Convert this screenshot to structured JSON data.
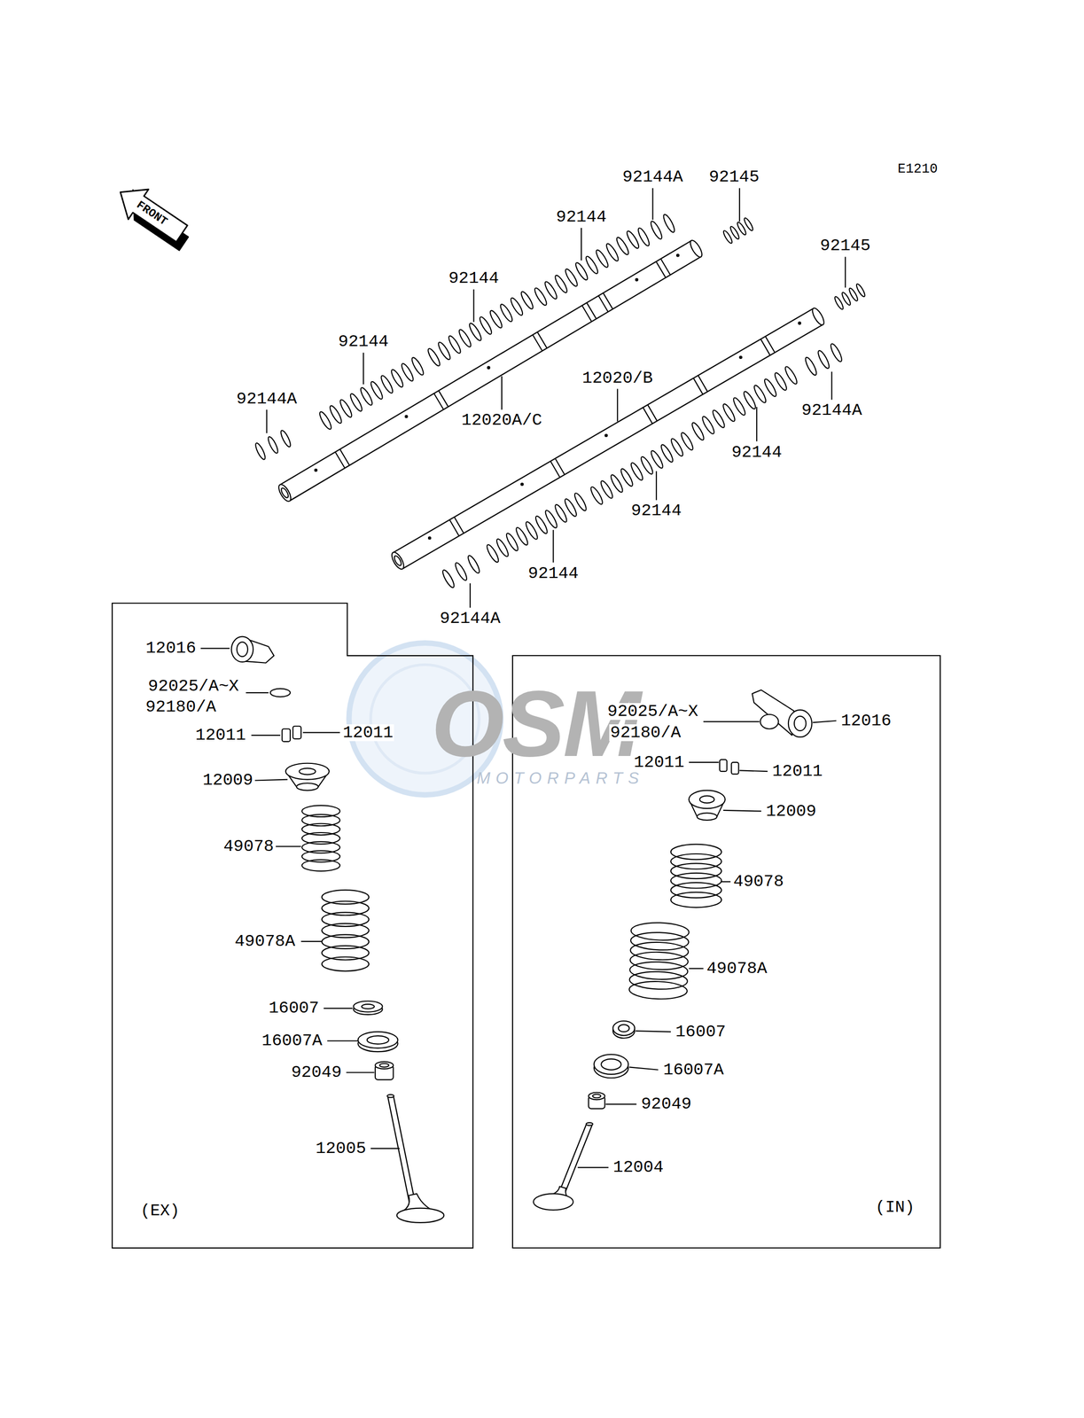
{
  "diagram": {
    "nodes": [
      {
        "text": [
          "(EX)"
        ]
      },
      {
        "text": [
          "(IN)"
        ]
      }
    ],
    "labels": [
      "E1210",
      "FRONT",
      "92144A",
      "92145",
      "92144",
      "92145",
      "92144",
      "92144",
      "12020/B",
      "92144A",
      "92144A",
      "12020A/C",
      "92144",
      "92144",
      "92144",
      "92144A",
      "OSM",
      "MOTORPARTS",
      "12016",
      "92025/A~X",
      "92180/A",
      "12011",
      "12011",
      "12009",
      "49078",
      "49078A",
      "16007",
      "16007A",
      "92049",
      "12005",
      "92025/A~X",
      "92180/A",
      "12016",
      "12011",
      "12011",
      "12009",
      "49078",
      "49078A",
      "16007",
      "16007A",
      "92049",
      "12004"
    ]
  }
}
